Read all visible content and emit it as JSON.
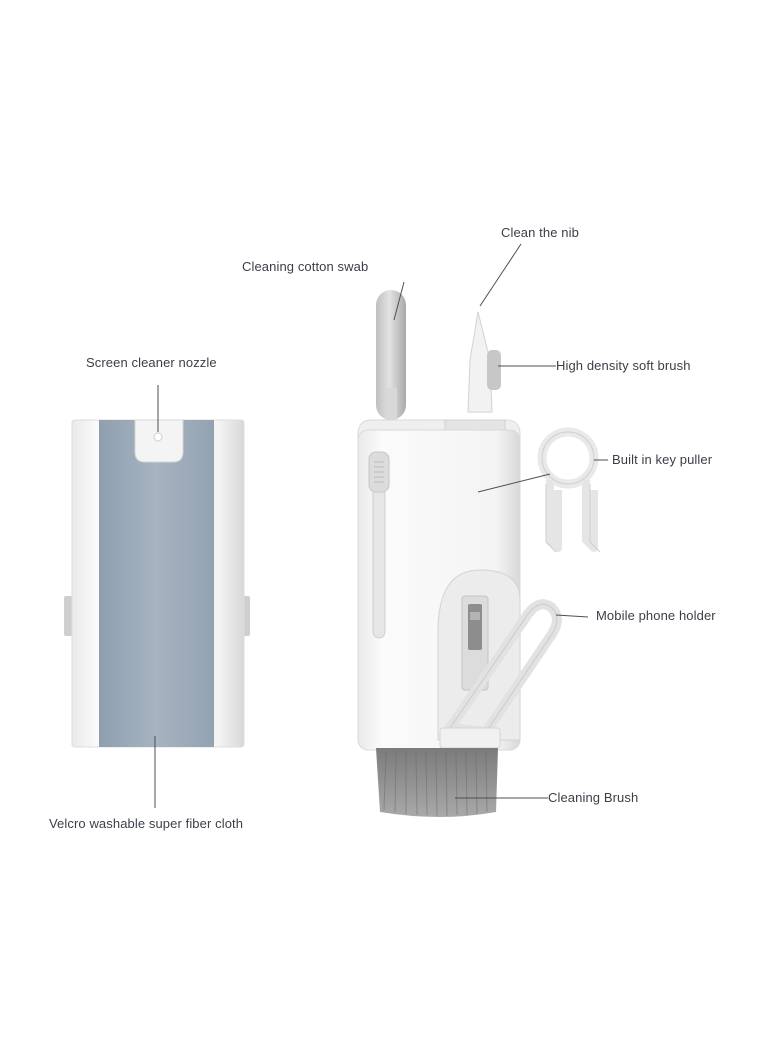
{
  "labels": {
    "clean_nib": "Clean the nib",
    "cotton_swab": "Cleaning cotton swab",
    "nozzle": "Screen cleaner nozzle",
    "soft_brush": "High density soft brush",
    "key_puller": "Built in key puller",
    "phone_holder": "Mobile phone holder",
    "cleaning_brush": "Cleaning Brush",
    "fiber_cloth": "Velcro washable super fiber cloth"
  },
  "colors": {
    "background": "#ffffff",
    "body_white": "#f7f7f7",
    "cloth_blue_gray": "#9aa9b8",
    "label_text": "#3a3f47",
    "leader_line": "#4a4f58",
    "bristles": "#8a8a8a"
  }
}
